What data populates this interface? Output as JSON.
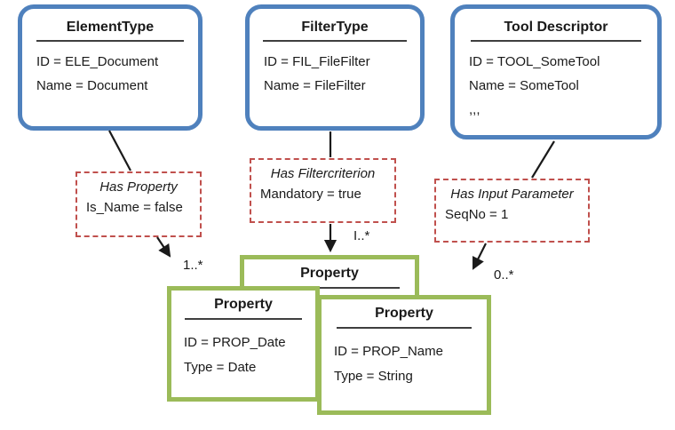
{
  "colors": {
    "entity_border": "#4f81bd",
    "relation_border": "#c0504d",
    "property_border": "#9bbb59",
    "connector": "#1a1a1a",
    "underline": "#3f3f3f",
    "background": "#ffffff"
  },
  "entities": [
    {
      "title": "ElementType",
      "fields": [
        "ID = ELE_Document",
        "Name = Document"
      ]
    },
    {
      "title": "FilterType",
      "fields": [
        "ID = FIL_FileFilter",
        "Name = FileFilter"
      ]
    },
    {
      "title": "Tool Descriptor",
      "fields": [
        "ID = TOOL_SomeTool",
        "Name = SomeTool",
        ",,,"
      ]
    }
  ],
  "relations": [
    {
      "title": "Has Property",
      "field": "Is_Name = false",
      "multiplicity": "1..*"
    },
    {
      "title": "Has Filtercriterion",
      "field": "Mandatory = true",
      "multiplicity": "I..*"
    },
    {
      "title": "Has Input Parameter",
      "field": "SeqNo = 1",
      "multiplicity": "0..*"
    }
  ],
  "properties": [
    {
      "title": "Property",
      "fields": []
    },
    {
      "title": "Property",
      "fields": [
        "ID = PROP_Date",
        "Type = Date"
      ]
    },
    {
      "title": "Property",
      "fields": [
        "ID = PROP_Name",
        "Type = String"
      ]
    }
  ]
}
